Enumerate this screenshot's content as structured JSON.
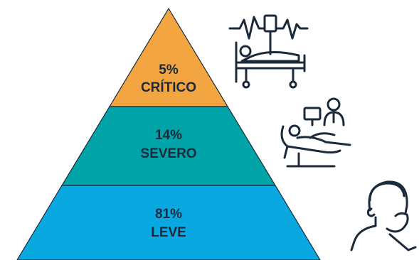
{
  "tiers": [
    {
      "id": "critical",
      "percent": "5%",
      "label": "CRÍTICO",
      "color": "#F2A541",
      "icon": "hospital-bed-monitor-icon"
    },
    {
      "id": "severe",
      "percent": "14%",
      "label": "SEVERO",
      "color": "#00A3A7",
      "icon": "patient-in-chair-with-doctor-icon"
    },
    {
      "id": "mild",
      "percent": "81%",
      "label": "LEVE",
      "color": "#0AA8E0",
      "icon": "person-coughing-icon"
    }
  ],
  "text_color": "#1b2a3a",
  "stroke_color": "#1b2a3a"
}
